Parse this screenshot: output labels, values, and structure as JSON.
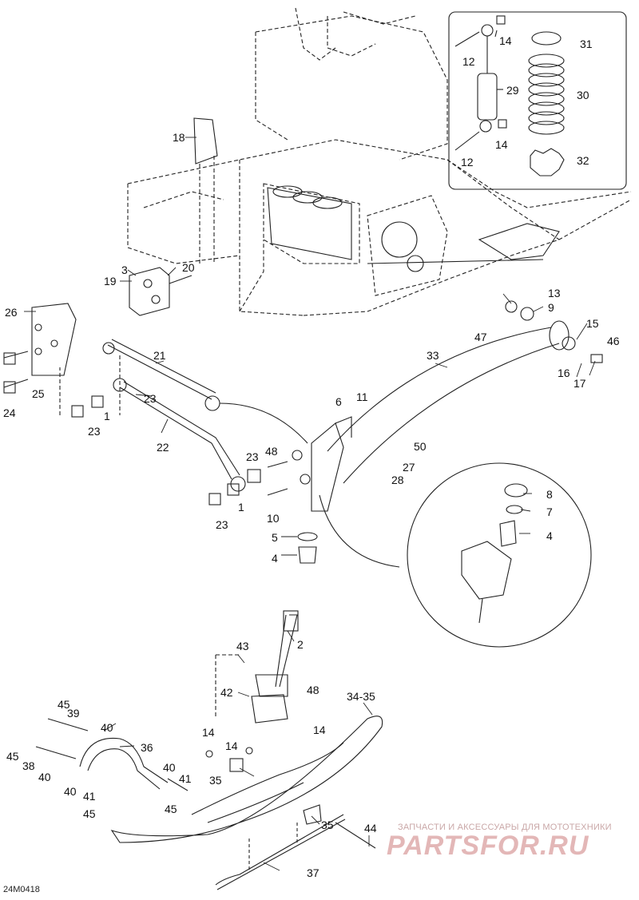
{
  "diagram_code": "24M0418",
  "watermark": {
    "tagline": "ЗАПЧАСТИ И АКСЕССУАРЫ ДЛЯ МОТОТЕХНИКИ",
    "logo": "PARTSFOR.RU"
  },
  "callouts": [
    "14",
    "12",
    "29",
    "14",
    "12",
    "31",
    "30",
    "32",
    "18",
    "3",
    "20",
    "19",
    "26",
    "25",
    "24",
    "21",
    "23",
    "1",
    "23",
    "22",
    "23",
    "1",
    "23",
    "48",
    "10",
    "13",
    "9",
    "47",
    "15",
    "46",
    "16",
    "17",
    "33",
    "6",
    "11",
    "50",
    "27",
    "28",
    "5",
    "4",
    "8",
    "7",
    "4",
    "2",
    "43",
    "42",
    "48",
    "14",
    "34-35",
    "45",
    "39",
    "40",
    "36",
    "45",
    "38",
    "40",
    "40",
    "41",
    "40",
    "41",
    "45",
    "14",
    "14",
    "35",
    "35",
    "44",
    "37"
  ]
}
